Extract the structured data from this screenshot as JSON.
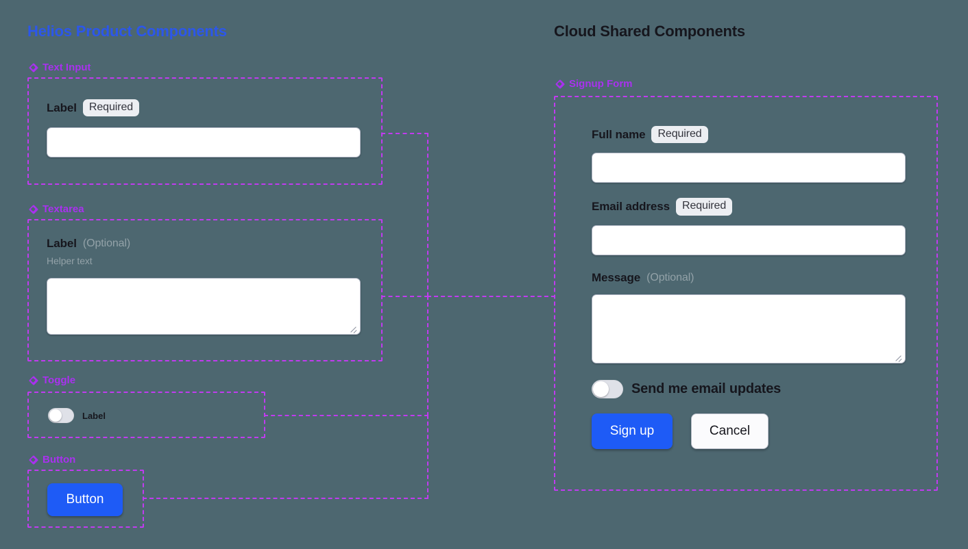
{
  "theme": {
    "background": "#4d6770",
    "accent_blue": "#1e5bf6",
    "title_blue": "#2c57ea",
    "annotation_purple": "#c13bf0",
    "heading_purple": "#a931ef",
    "muted_text": "#93a2a8",
    "badge_bg": "#eceef2"
  },
  "left_column": {
    "title": "Helios Product Components",
    "sections": [
      {
        "icon": "diamond-icon",
        "heading": "Text Input",
        "label": "Label",
        "badge": "Required",
        "input_value": "",
        "input_placeholder": ""
      },
      {
        "icon": "diamond-icon",
        "heading": "Textarea",
        "label": "Label",
        "optional_tag": "(Optional)",
        "helper_text": "Helper text",
        "textarea_value": "",
        "textarea_placeholder": ""
      },
      {
        "icon": "diamond-icon",
        "heading": "Toggle",
        "toggle_label": "Label",
        "toggle_state": "off"
      },
      {
        "icon": "diamond-icon",
        "heading": "Button",
        "button_label": "Button"
      }
    ]
  },
  "right_column": {
    "title": "Cloud Shared Components",
    "section": {
      "icon": "diamond-icon",
      "heading": "Signup Form",
      "fields": [
        {
          "label": "Full name",
          "badge": "Required",
          "type": "text",
          "value": "",
          "placeholder": ""
        },
        {
          "label": "Email address",
          "badge": "Required",
          "type": "text",
          "value": "",
          "placeholder": ""
        },
        {
          "label": "Message",
          "optional_tag": "(Optional)",
          "type": "textarea",
          "value": "",
          "placeholder": ""
        }
      ],
      "toggle": {
        "label": "Send me email updates",
        "state": "off"
      },
      "actions": {
        "primary": "Sign up",
        "secondary": "Cancel"
      }
    }
  }
}
